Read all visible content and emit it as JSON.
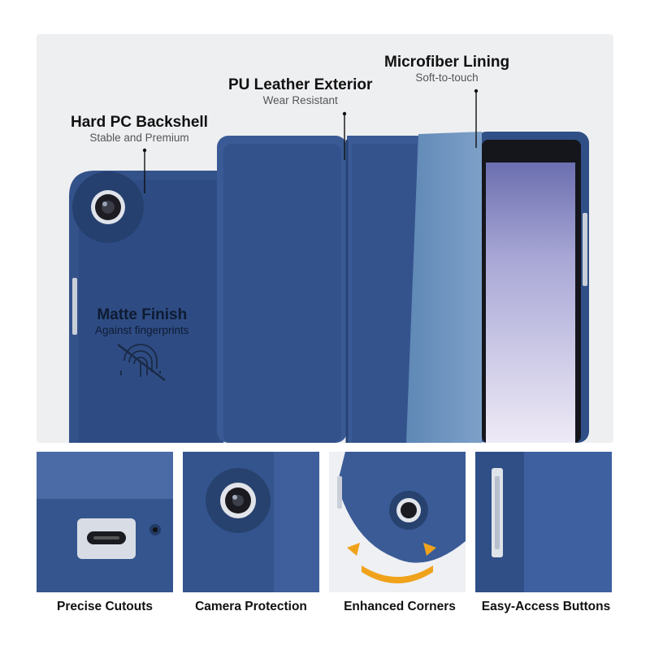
{
  "main": {
    "callouts": [
      {
        "title": "Hard PC Backshell",
        "subtitle": "Stable and Premium"
      },
      {
        "title": "PU Leather Exterior",
        "subtitle": "Wear Resistant"
      },
      {
        "title": "Microfiber Lining",
        "subtitle": "Soft-to-touch"
      },
      {
        "title": "Matte Finish",
        "subtitle": "Against fingerprints"
      }
    ]
  },
  "features": [
    {
      "caption": "Precise Cutouts"
    },
    {
      "caption": "Camera Protection"
    },
    {
      "caption": "Enhanced Corners"
    },
    {
      "caption": "Easy-Access Buttons"
    }
  ],
  "colors": {
    "case_navy": "#2f4f86",
    "case_light": "#4567a3",
    "lining": "#6f95bf",
    "screen_top": "#6c6fb0",
    "screen_bottom": "#e6e4f2",
    "arrow_orange": "#f0a21b"
  },
  "icons": [
    "camera-lens-icon",
    "fingerprint-icon",
    "usb-c-port-icon",
    "orange-arrow-icon"
  ]
}
